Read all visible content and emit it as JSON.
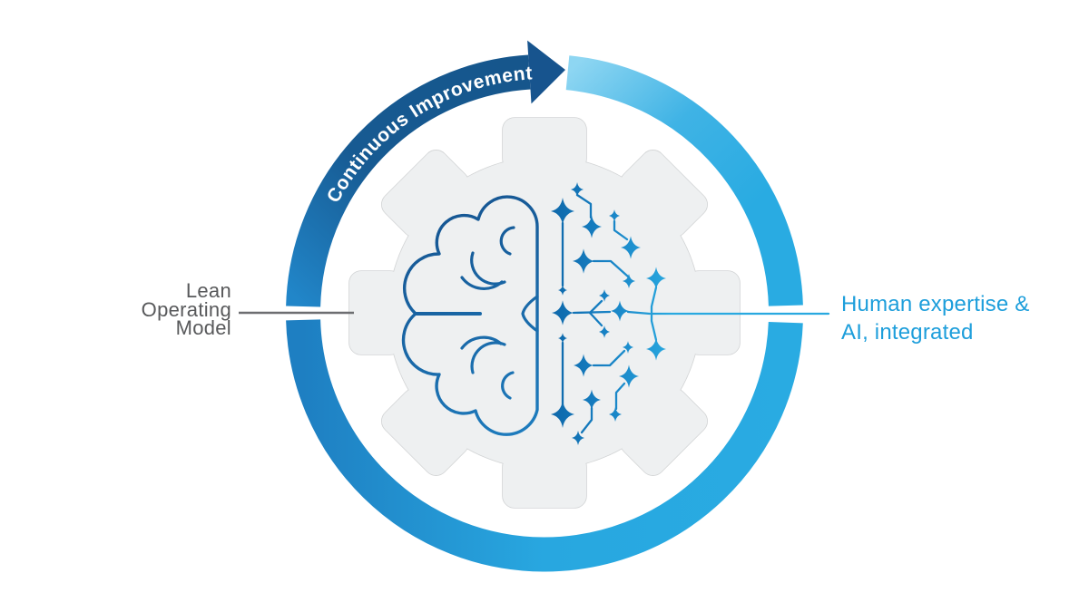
{
  "diagram": {
    "curved_label": "Continuous Improvement",
    "left_label": {
      "line1": "Lean",
      "line2": "Operating",
      "line3": "Model"
    },
    "right_label": {
      "line1": "Human expertise &",
      "line2": "AI, integrated"
    },
    "icons": [
      "cycle-arrow-icon",
      "gear-icon",
      "brain-icon",
      "neural-network-icon"
    ],
    "colors": {
      "background": "#ffffff",
      "ring_dark_start": "#2186c9",
      "ring_dark_mid": "#175a92",
      "ring_dark_end": "#16568c",
      "arrowhead": "#17548e",
      "ring_pale": "#8ed6f2",
      "ring_light": "#29abe2",
      "ring_light_deep": "#1e7fc2",
      "gear_fill": "#eef0f1",
      "gear_stroke": "#d2d4d5",
      "brain_dark": "#15518d",
      "brain_light": "#1d7cbe",
      "star_dark": "#0d63a5",
      "star_mid": "#1781c4",
      "star_bright": "#29a9e0",
      "left_line": "#6d6e71",
      "left_text": "#58595b",
      "right_text": "#1d9edb",
      "curved_text": "#ffffff"
    }
  }
}
